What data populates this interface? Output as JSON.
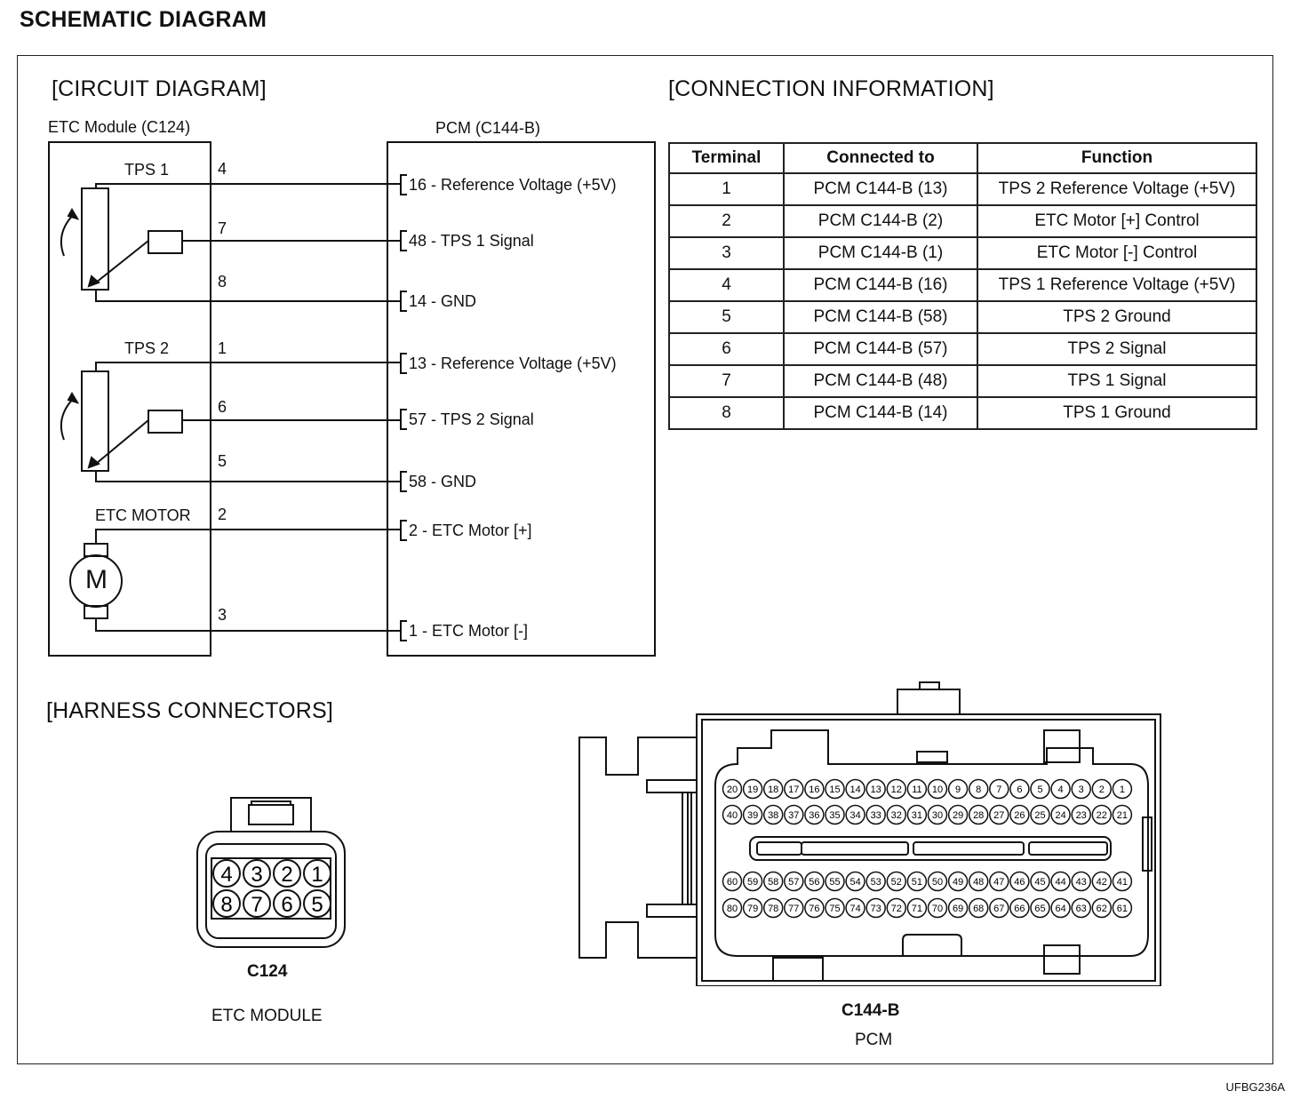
{
  "page_title": "SCHEMATIC DIAGRAM",
  "circuit": {
    "title": "[CIRCUIT DIAGRAM]",
    "etc_module_label": "ETC Module (C124)",
    "pcm_label": "PCM (C144-B)",
    "tps1_label": "TPS 1",
    "tps2_label": "TPS 2",
    "motor_label": "ETC MOTOR",
    "motor_symbol": "M",
    "pins": [
      "4",
      "7",
      "8",
      "1",
      "6",
      "5",
      "2",
      "3"
    ],
    "pcm_pins": [
      "16 - Reference Voltage (+5V)",
      "48 - TPS 1 Signal",
      "14 - GND",
      "13 - Reference Voltage (+5V)",
      "57 - TPS 2 Signal",
      "58 - GND",
      "2 - ETC Motor [+]",
      "1 - ETC Motor [-]"
    ]
  },
  "connection_info": {
    "title": "[CONNECTION INFORMATION]",
    "headers": [
      "Terminal",
      "Connected to",
      "Function"
    ],
    "rows": [
      [
        "1",
        "PCM C144-B (13)",
        "TPS 2 Reference Voltage (+5V)"
      ],
      [
        "2",
        "PCM C144-B (2)",
        "ETC Motor [+] Control"
      ],
      [
        "3",
        "PCM C144-B (1)",
        "ETC Motor [-] Control"
      ],
      [
        "4",
        "PCM C144-B (16)",
        "TPS 1 Reference Voltage (+5V)"
      ],
      [
        "5",
        "PCM C144-B (58)",
        "TPS 2 Ground"
      ],
      [
        "6",
        "PCM C144-B (57)",
        "TPS 2 Signal"
      ],
      [
        "7",
        "PCM C144-B (48)",
        "TPS 1 Signal"
      ],
      [
        "8",
        "PCM C144-B (14)",
        "TPS 1 Ground"
      ]
    ]
  },
  "harness": {
    "title": "[HARNESS CONNECTORS]",
    "c124": {
      "code": "C124",
      "name": "ETC MODULE",
      "top_row": [
        "4",
        "3",
        "2",
        "1"
      ],
      "bottom_row": [
        "8",
        "7",
        "6",
        "5"
      ]
    },
    "c144b": {
      "code": "C144-B",
      "name": "PCM",
      "rows": [
        [
          "20",
          "19",
          "18",
          "17",
          "16",
          "15",
          "14",
          "13",
          "12",
          "11",
          "10",
          "9",
          "8",
          "7",
          "6",
          "5",
          "4",
          "3",
          "2",
          "1"
        ],
        [
          "40",
          "39",
          "38",
          "37",
          "36",
          "35",
          "34",
          "33",
          "32",
          "31",
          "30",
          "29",
          "28",
          "27",
          "26",
          "25",
          "24",
          "23",
          "22",
          "21"
        ],
        [
          "60",
          "59",
          "58",
          "57",
          "56",
          "55",
          "54",
          "53",
          "52",
          "51",
          "50",
          "49",
          "48",
          "47",
          "46",
          "45",
          "44",
          "43",
          "42",
          "41"
        ],
        [
          "80",
          "79",
          "78",
          "77",
          "76",
          "75",
          "74",
          "73",
          "72",
          "71",
          "70",
          "69",
          "68",
          "67",
          "66",
          "65",
          "64",
          "63",
          "62",
          "61"
        ]
      ]
    }
  },
  "figure_code": "UFBG236A"
}
